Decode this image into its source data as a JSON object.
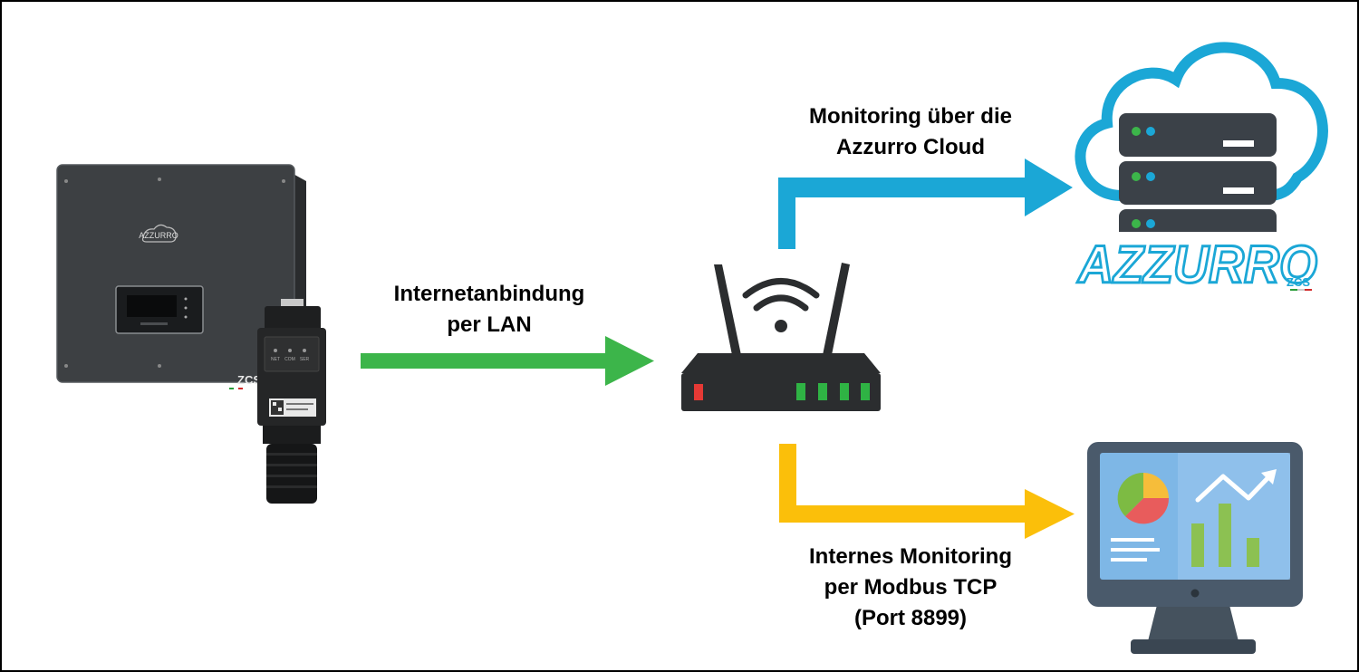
{
  "labels": {
    "lan_line1": "Internetanbindung",
    "lan_line2": "per LAN",
    "cloud_line1": "Monitoring über die",
    "cloud_line2": "Azzurro Cloud",
    "modbus_line1": "Internes Monitoring",
    "modbus_line2": "per Modbus TCP",
    "modbus_line3": "(Port 8899)"
  },
  "logos": {
    "azzurro_word": "AZZURRO",
    "zcs_mark": "ZCS",
    "inverter_brand": "AZZURRO",
    "dongle_ports": [
      "NET",
      "COM",
      "SER"
    ]
  },
  "colors": {
    "lan_arrow": "#3cb54a",
    "cloud_arrow": "#1ba7d6",
    "modbus_arrow": "#fbbf0a",
    "inverter_body": "#3a3d40",
    "router_body": "#2b2d2f",
    "monitor_frame": "#4a5a6b",
    "screen": "#7eb7e6"
  }
}
